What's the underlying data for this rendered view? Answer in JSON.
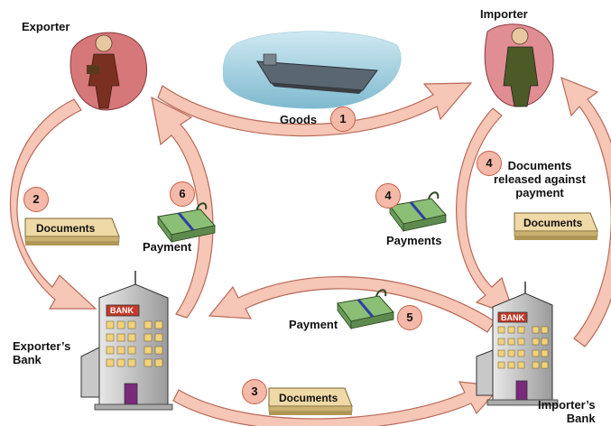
{
  "parties": {
    "exporter": "Exporter",
    "importer": "Importer",
    "exporters_bank": "Exporter’s\nBank",
    "importers_bank": "Importer’s\nBank"
  },
  "steps": [
    {
      "number": "1",
      "label": "Goods"
    },
    {
      "number": "2",
      "label": "Documents"
    },
    {
      "number": "3",
      "label": "Documents"
    },
    {
      "number": "4",
      "label": "Payments"
    },
    {
      "number": "4",
      "label": "Documents\nreleased against\npayment",
      "document": "Documents"
    },
    {
      "number": "5",
      "label": "Payment"
    },
    {
      "number": "6",
      "label": "Payment"
    }
  ],
  "bank_sign": "BANK",
  "colors": {
    "arrow_fill": "#f6c6b6",
    "arrow_stroke": "#b86a58",
    "badge_fill": "#f4b9a8",
    "exporter_bg": "#d6777a",
    "importer_bg": "#e08e93"
  }
}
